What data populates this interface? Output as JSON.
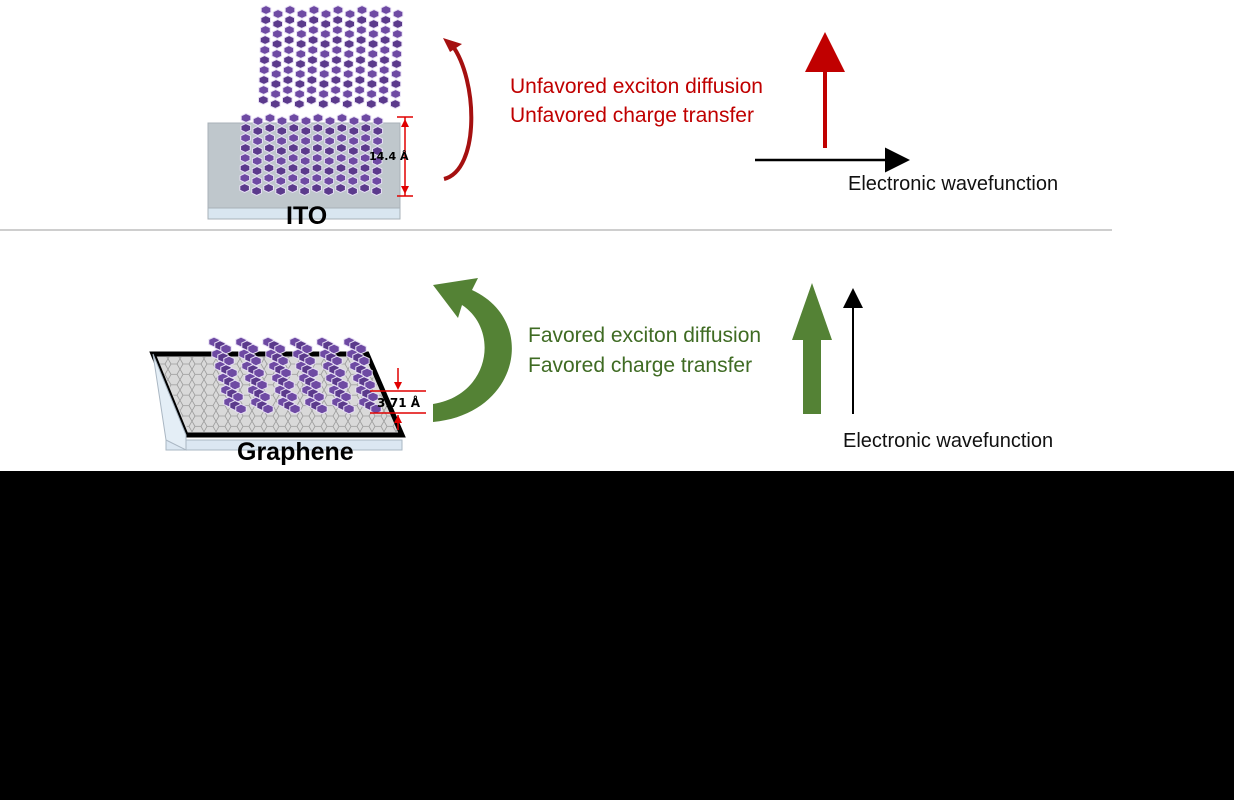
{
  "top": {
    "substrate_label": "ITO",
    "spacing_label": "14.4 Å",
    "statements": [
      "Unfavored exciton diffusion",
      "Unfavored charge transfer"
    ],
    "axis_label": "Electronic wavefunction",
    "color": "#c00000"
  },
  "bottom": {
    "substrate_label": "Graphene",
    "spacing_label": "3.71 Å",
    "statements": [
      "Favored exciton diffusion",
      "Favored charge transfer"
    ],
    "axis_label": "Electronic wavefunction",
    "color": "#548235"
  },
  "icons": {
    "molecule_stack": "purple-hexagon-ribbons",
    "lattice": "hexagonal-lattice"
  }
}
